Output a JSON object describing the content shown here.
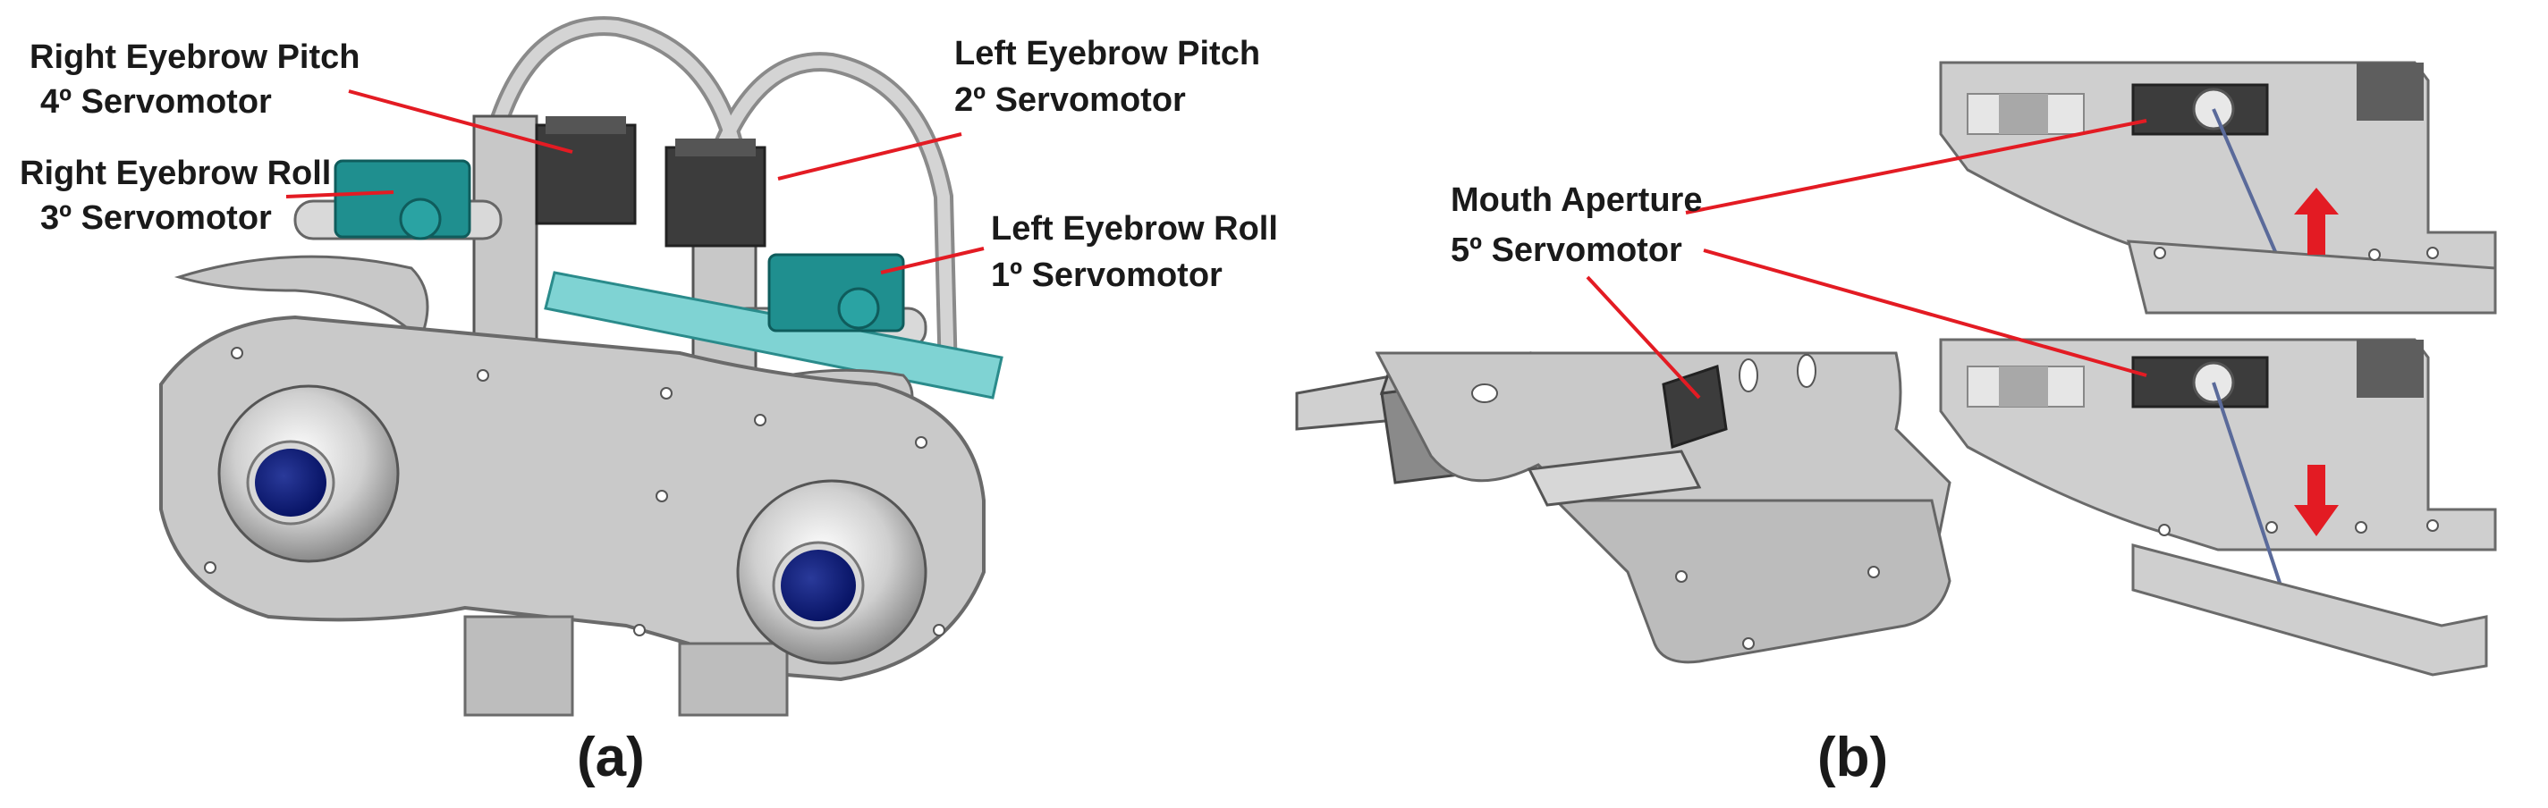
{
  "panel_a": {
    "caption": "(a)",
    "labels": {
      "right_pitch_name": "Right Eyebrow Pitch",
      "right_pitch_motor": "4º Servomotor",
      "right_roll_name": "Right Eyebrow Roll",
      "right_roll_motor": "3º Servomotor",
      "left_pitch_name": "Left Eyebrow Pitch",
      "left_pitch_motor": "2º Servomotor",
      "left_roll_name": "Left Eyebrow Roll",
      "left_roll_motor": "1º Servomotor"
    }
  },
  "panel_b": {
    "caption": "(b)",
    "labels": {
      "mouth_name": "Mouth Aperture",
      "mouth_motor": "5º Servomotor"
    }
  },
  "colors": {
    "leader_line": "#e31b23",
    "arrow": "#e31b23",
    "servo_teal": "#1f8f8f",
    "servo_dark": "#3c3c3c",
    "eye_iris": "#0b1a7a",
    "frame_gray": "#c8c8c8"
  }
}
